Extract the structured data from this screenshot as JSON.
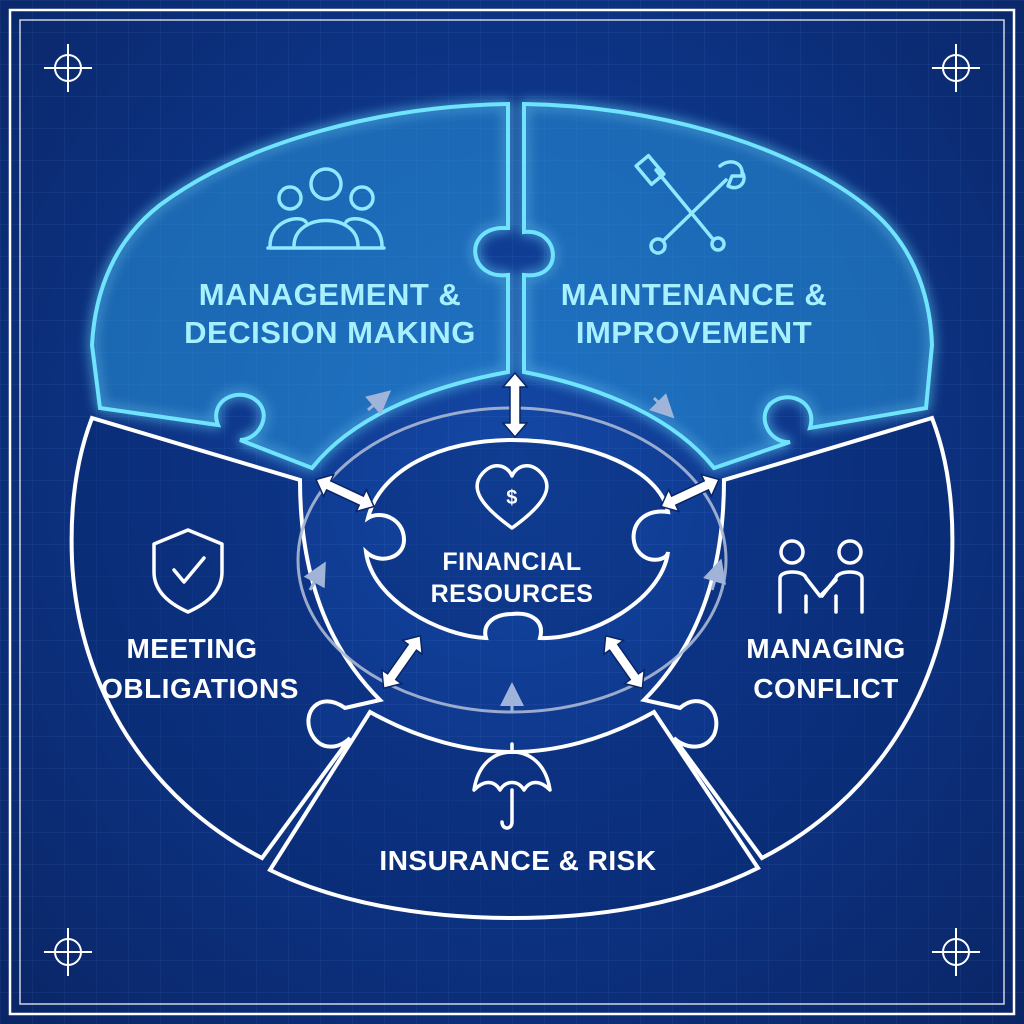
{
  "center": {
    "line1": "FINANCIAL",
    "line2": "RESOURCES",
    "icon": "heart-dollar-icon"
  },
  "pieces": {
    "management": {
      "line1": "MANAGEMENT &",
      "line2": "DECISION MAKING",
      "icon": "people-group-icon"
    },
    "maintenance": {
      "line1": "MAINTENANCE &",
      "line2": "IMPROVEMENT",
      "icon": "wrench-screwdriver-icon"
    },
    "obligations": {
      "line1": "MEETING",
      "line2": "OBLIGATIONS",
      "icon": "shield-check-icon"
    },
    "conflict": {
      "line1": "MANAGING",
      "line2": "CONFLICT",
      "icon": "handshake-icon"
    },
    "insurance": {
      "line1": "INSURANCE & RISK",
      "icon": "umbrella-icon"
    }
  },
  "colors": {
    "background": "#0d3588",
    "highlight": "#6fe3ff",
    "outline": "#ffffff"
  }
}
